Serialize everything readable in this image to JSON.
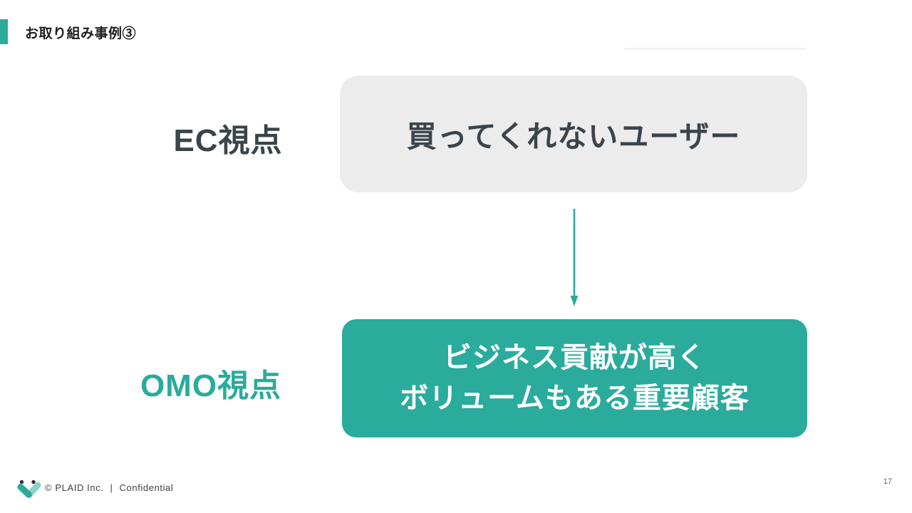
{
  "header": {
    "title": "お取り組み事例③"
  },
  "diagram": {
    "ec_label": "EC視点",
    "ec_box_text": "買ってくれないユーザー",
    "arrow_icon": "down-arrow-icon",
    "omo_label": "OMO視点",
    "omo_box_line1": "ビジネス貢献が高く",
    "omo_box_line2": "ボリュームもある重要顧客"
  },
  "footer": {
    "logo_icon": "plaid-logo-icon",
    "copyright": "© PLAID Inc.",
    "separator": "|",
    "confidential": "Confidential",
    "page_number": "17"
  },
  "colors": {
    "accent_teal": "#2aab9b",
    "teal_box_bg": "#2aab9b",
    "gray_box_bg": "#ececed",
    "dark_text": "#3a444a",
    "title_text": "#1d1d1d",
    "white_text": "#ffffff",
    "footer_text": "#3f3f3f",
    "page_number_text": "#666666",
    "logo_light_teal": "#8ed1c6",
    "logo_dark": "#2e3338"
  }
}
